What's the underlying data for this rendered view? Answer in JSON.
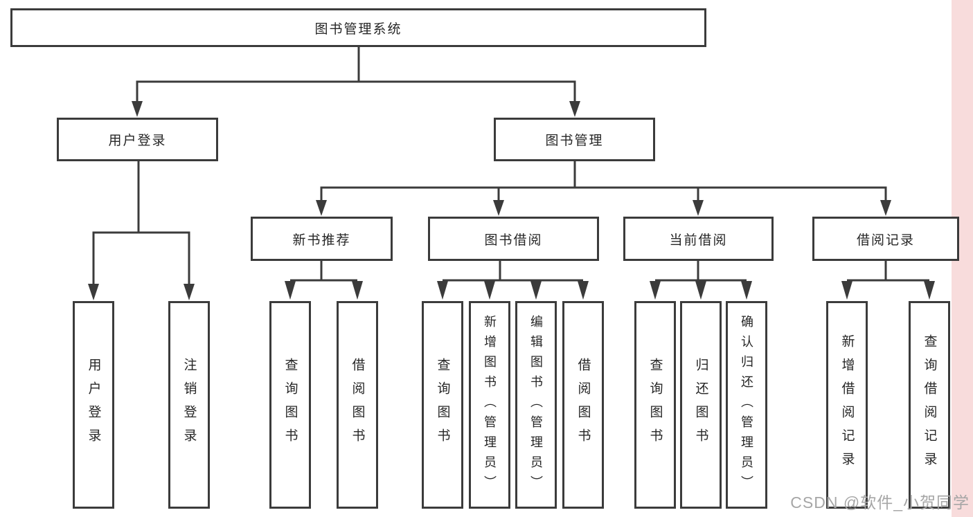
{
  "diagram": {
    "title": "图书管理系统",
    "root": {
      "label": "图书管理系统"
    },
    "level2": [
      {
        "label": "用户登录"
      },
      {
        "label": "图书管理"
      }
    ],
    "level3": [
      {
        "label": "新书推荐"
      },
      {
        "label": "图书借阅"
      },
      {
        "label": "当前借阅"
      },
      {
        "label": "借阅记录"
      }
    ],
    "leaves": {
      "user_login": [
        "用户登录",
        "注销登录"
      ],
      "new_books": [
        "查询图书",
        "借阅图书"
      ],
      "book_borrowing": [
        "查询图书",
        "新增图书（管理员）",
        "编辑图书（管理员）",
        "借阅图书"
      ],
      "current_borrowing": [
        "查询图书",
        "归还图书",
        "确认归还（管理员）"
      ],
      "borrowing_records": [
        "新增借阅记录",
        "查询借阅记录"
      ]
    }
  },
  "watermark": {
    "text": "CSDN @软件_小贺同学"
  },
  "colors": {
    "box_border": "#3b3b3b",
    "connector_line": "#3b3b3b",
    "text": "#262626",
    "background": "#ffffff",
    "right_strip": "#f8dcdc",
    "watermark_text": "#a6a6a6"
  }
}
